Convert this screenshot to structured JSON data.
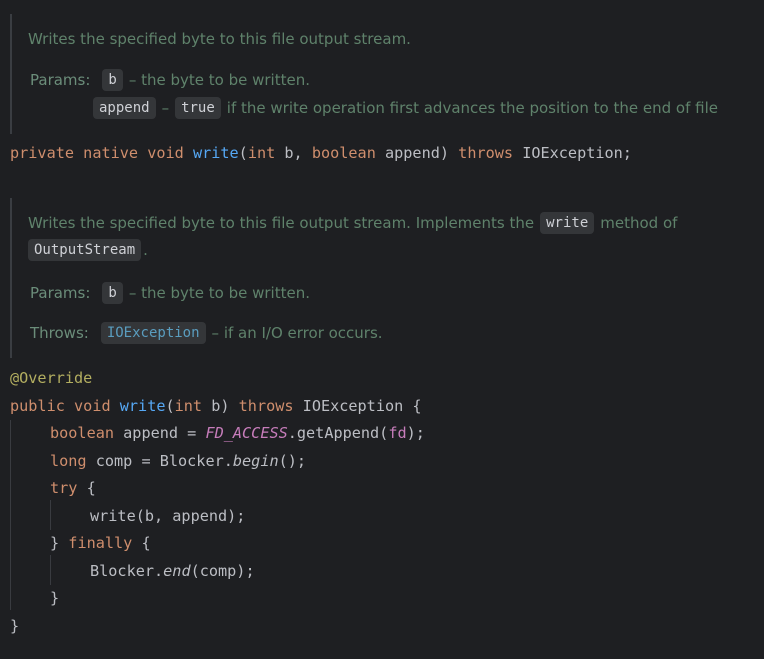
{
  "doc1": {
    "description": "Writes the specified byte to this file output stream.",
    "params_label": "Params:",
    "param_b": "b",
    "param_b_desc": "– the byte to be written.",
    "param_append": "append",
    "param_append_dash": "–",
    "param_append_value": "true",
    "param_append_desc": "if the write operation first advances the position to the end of file"
  },
  "code1": {
    "tokens": [
      "private",
      "native",
      "void",
      "write",
      "(int",
      "b,",
      "boolean",
      "append)",
      "throws",
      "IOException;"
    ]
  },
  "doc2": {
    "description_pre": "Writes the specified byte to this file output stream. Implements the",
    "description_code": "write",
    "description_post": "method of",
    "description_class": "OutputStream",
    "description_end": ".",
    "params_label": "Params:",
    "param_b": "b",
    "param_b_desc": "– the byte to be written.",
    "throws_label": "Throws:",
    "throws_exception": "IOException",
    "throws_desc": "– if an I/O error occurs."
  },
  "code2": {
    "annotation": "@Override",
    "line_sig": {
      "kw1": "public",
      "kw2": "void",
      "fn": "write",
      "open": "(",
      "kw3": "int",
      "param": " b) ",
      "kw4": "throws",
      "rest": " IOException {"
    },
    "line_append": {
      "kw": "boolean",
      "mid": " append = ",
      "const": "FD_ACCESS",
      "call": ".getAppend(",
      "field": "fd",
      "end": ");"
    },
    "line_comp": {
      "kw": "long",
      "mid": " comp = Blocker.",
      "method": "begin",
      "end": "();"
    },
    "line_try": {
      "kw": "try",
      "end": " {"
    },
    "line_write": "write(b, append);",
    "line_finally": {
      "pre": "} ",
      "kw": "finally",
      "end": " {"
    },
    "line_end": {
      "pre": "Blocker.",
      "method": "end",
      "end": "(comp);"
    },
    "close_inner": "}",
    "close_outer": "}"
  }
}
